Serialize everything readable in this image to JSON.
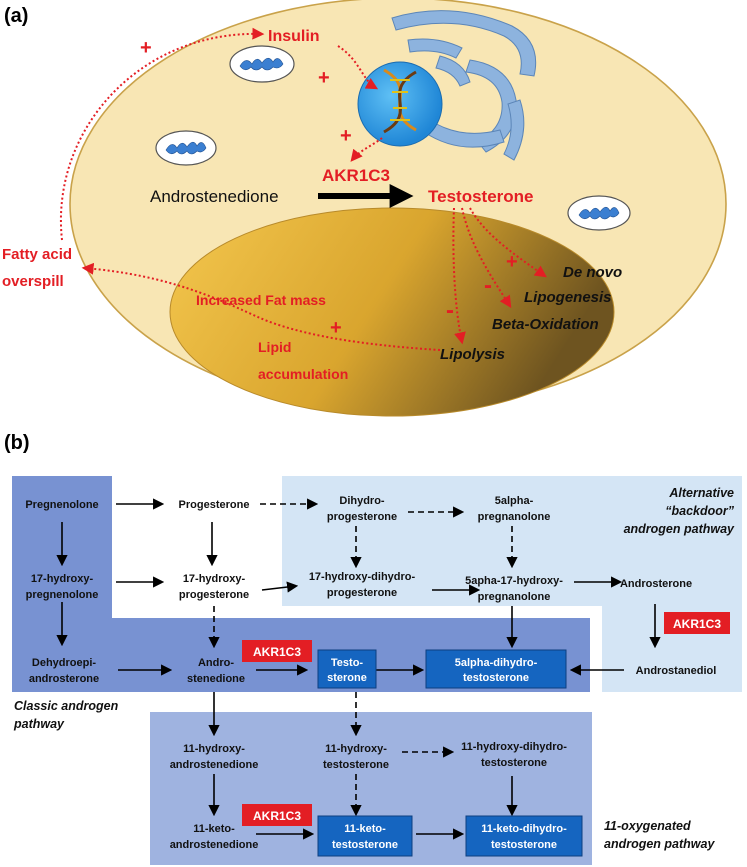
{
  "panel_a": {
    "label": "(a)",
    "insulin": "Insulin",
    "akr1c3": "AKR1C3",
    "androstenedione": "Androstenedione",
    "testosterone": "Testosterone",
    "fatty_acid_line1": "Fatty acid",
    "fatty_acid_line2": "overspill",
    "increased_fat_mass": "Increased Fat mass",
    "lipid_line1": "Lipid",
    "lipid_line2": "accumulation",
    "lipolysis": "Lipolysis",
    "de_novo": "De novo",
    "lipogenesis": "Lipogenesis",
    "beta_oxidation": "Beta-Oxidation",
    "plus": "+",
    "minus": "-"
  },
  "panel_b": {
    "label": "(b)",
    "compounds": {
      "pregnenolone": "Pregnenolone",
      "progesterone": "Progesterone",
      "dihydroprogesterone_l1": "Dihydro-",
      "dihydroprogesterone_l2": "progesterone",
      "pregnanolone_l1": "5alpha-",
      "pregnanolone_l2": "pregnanolone",
      "hydroxypregnenolone_l1": "17-hydroxy-",
      "hydroxypregnenolone_l2": "pregnenolone",
      "hydroxyprogesterone_l1": "17-hydroxy-",
      "hydroxyprogesterone_l2": "progesterone",
      "hydroxydihydro_l1": "17-hydroxy-dihydro-",
      "hydroxydihydro_l2": "progesterone",
      "apha17_l1": "5apha-17-hydroxy-",
      "apha17_l2": "pregnanolone",
      "androsterone": "Androsterone",
      "dhea_l1": "Dehydroepi-",
      "dhea_l2": "androsterone",
      "andro_l1": "Andro-",
      "andro_l2": "stenedione",
      "testo_l1": "Testo-",
      "testo_l2": "sterone",
      "dht_l1": "5alpha-dihydro-",
      "dht_l2": "testosterone",
      "androstanediol": "Androstanediol",
      "ohandro_l1": "11-hydroxy-",
      "ohandro_l2": "androstenedione",
      "ohtesto_l1": "11-hydroxy-",
      "ohtesto_l2": "testosterone",
      "ohdht_l1": "11-hydroxy-dihydro-",
      "ohdht_l2": "testosterone",
      "ketoandro_l1": "11-keto-",
      "ketoandro_l2": "androstenedione",
      "ketotesto_l1": "11-keto-",
      "ketotesto_l2": "testosterone",
      "ketodht_l1": "11-keto-dihydro-",
      "ketodht_l2": "testosterone"
    },
    "enzyme": "AKR1C3",
    "pathways": {
      "alternative_l1": "Alternative",
      "alternative_l2": "“backdoor”",
      "alternative_l3": "androgen pathway",
      "classic_l1": "Classic androgen",
      "classic_l2": "pathway",
      "oxygenated_l1": "11-oxygenated",
      "oxygenated_l2": "androgen pathway"
    }
  },
  "colors": {
    "cell_fill": "#f8e6b4",
    "fat_droplet": "#e9b63f",
    "nucleus": "#2f9be0",
    "organelle": "#8db3de",
    "red": "#e31e24",
    "classic_blue": "#7892d2",
    "backdoor_blue": "#d4e5f5",
    "oxygenated_blue": "#9fb3e0",
    "box_blue": "#1565c0",
    "enzyme_red": "#e31e24"
  }
}
